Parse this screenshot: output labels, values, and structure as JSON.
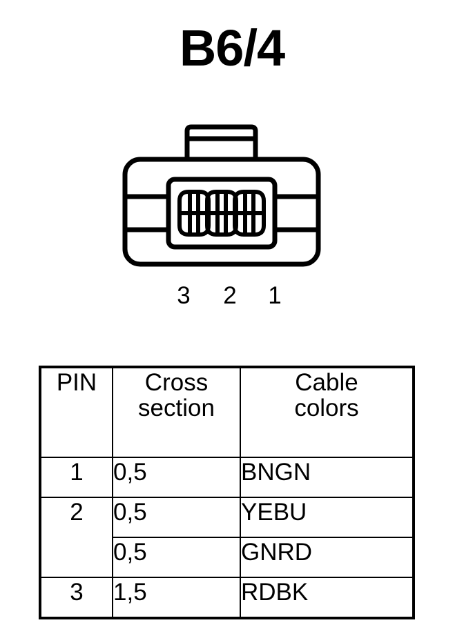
{
  "page": {
    "title": "B6/4",
    "background_color": "#ffffff",
    "line_color": "#000000"
  },
  "connector": {
    "name": "connector-3-way",
    "pin_count": 3,
    "pin_position_labels": [
      "3",
      "2",
      "1"
    ],
    "features": [
      "top-latch",
      "left-side-tab",
      "right-side-tab",
      "inner-housing",
      "three-cross-pin-cavities"
    ]
  },
  "table": {
    "headers": {
      "pin": "PIN",
      "cross_section_line1": "Cross",
      "cross_section_line2": "section",
      "cable_colors_line1": "Cable",
      "cable_colors_line2": "colors"
    },
    "rows": [
      {
        "pin": "1",
        "cross_section": "0,5",
        "cable_color": "BNGN"
      },
      {
        "pin": "2",
        "cross_section": "0,5",
        "cable_color": "YEBU"
      },
      {
        "pin": "",
        "cross_section": "0,5",
        "cable_color": "GNRD"
      },
      {
        "pin": "3",
        "cross_section": "1,5",
        "cable_color": "RDBK"
      }
    ]
  }
}
